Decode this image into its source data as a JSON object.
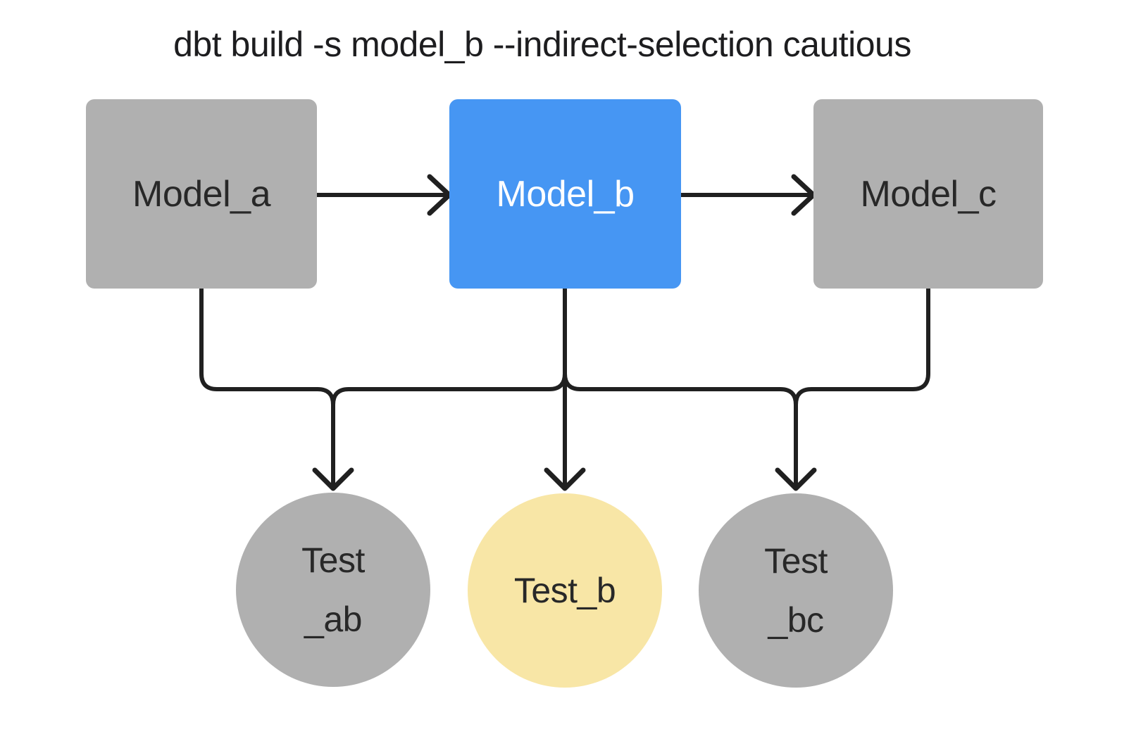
{
  "title": "dbt build -s model_b --indirect-selection cautious",
  "colors": {
    "background": "#ffffff",
    "node_gray": "#b0b0b0",
    "node_blue": "#4696f3",
    "node_yellow": "#f8e6a6",
    "edge": "#202020",
    "text_dark": "#282828",
    "text_light": "#ffffff"
  },
  "nodes": {
    "model_a": {
      "label": "Model_a",
      "kind": "model",
      "highlighted": false
    },
    "model_b": {
      "label": "Model_b",
      "kind": "model",
      "highlighted": true
    },
    "model_c": {
      "label": "Model_c",
      "kind": "model",
      "highlighted": false
    },
    "test_ab": {
      "label_line1": "Test",
      "label_line2": "_ab",
      "kind": "test",
      "highlighted": false
    },
    "test_b": {
      "label": "Test_b",
      "kind": "test",
      "highlighted": true
    },
    "test_bc": {
      "label_line1": "Test",
      "label_line2": "_bc",
      "kind": "test",
      "highlighted": false
    }
  },
  "edges": [
    {
      "from": "model_a",
      "to": "model_b"
    },
    {
      "from": "model_b",
      "to": "model_c"
    },
    {
      "from": "model_a",
      "to": "test_ab"
    },
    {
      "from": "model_b",
      "to": "test_ab"
    },
    {
      "from": "model_b",
      "to": "test_b"
    },
    {
      "from": "model_b",
      "to": "test_bc"
    },
    {
      "from": "model_c",
      "to": "test_bc"
    }
  ]
}
